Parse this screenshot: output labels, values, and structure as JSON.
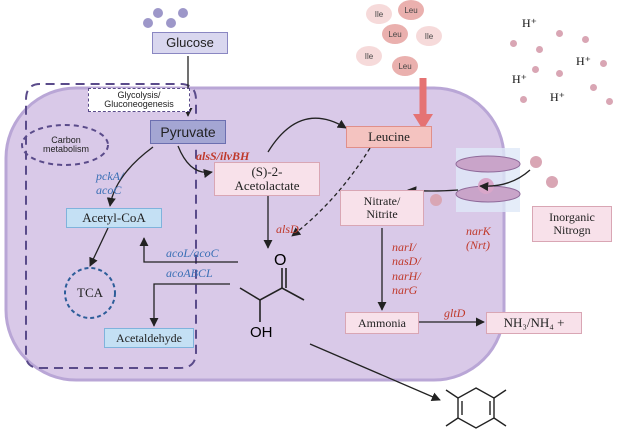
{
  "nodes": {
    "glucose": "Glucose",
    "glycolysis": "Glycolysis/\nGluconeogenesis",
    "pyruvate": "Pyruvate",
    "carbon_metabolism": "Carbon\nmetabolism",
    "acetolactate": "(S)-2-\nAcetolactate",
    "leucine": "Leucine",
    "nitrate": "Nitrate/\nNitrite",
    "acetyl_coa": "Acetyl-CoA",
    "tca": "TCA",
    "acetaldehyde": "Acetaldehyde",
    "ammonia": "Ammonia",
    "nh3": "NH₃/NH₄ +",
    "inorganic_nitrogen": "Inorganic\nNitrogn",
    "acetoin_oh": "OH",
    "acetoin_o": "O"
  },
  "genes": {
    "alss": "alsS/ilvBH",
    "alsd": "alsD",
    "pcka": "pckA/\nacoC",
    "acol": "acoL/acoC",
    "acoa": "acoABCL",
    "nar": "narI/\nnasD/\nnarH/\nnarG",
    "gltd": "gltD",
    "nark": "narK\n(Nrt)"
  },
  "amino_acids": [
    "Ile",
    "Leu",
    "Leu",
    "Ile",
    "Ile",
    "Leu"
  ],
  "ions": [
    "H⁺",
    "H⁺",
    "H⁺",
    "H⁺"
  ],
  "colors": {
    "cell": "#d9c9e8",
    "cell_border": "#b9a6d6",
    "glucose_box": "#d9d7ef",
    "pyruvate_box": "#a4a6d3",
    "pink_box": "#f2d3dd",
    "leucine_box": "#f4c3c0",
    "blue_box": "#c4e0f4",
    "gene_red": "#c0392b",
    "gene_blue": "#3a6fb5",
    "arrow_pink": "#e57373"
  }
}
